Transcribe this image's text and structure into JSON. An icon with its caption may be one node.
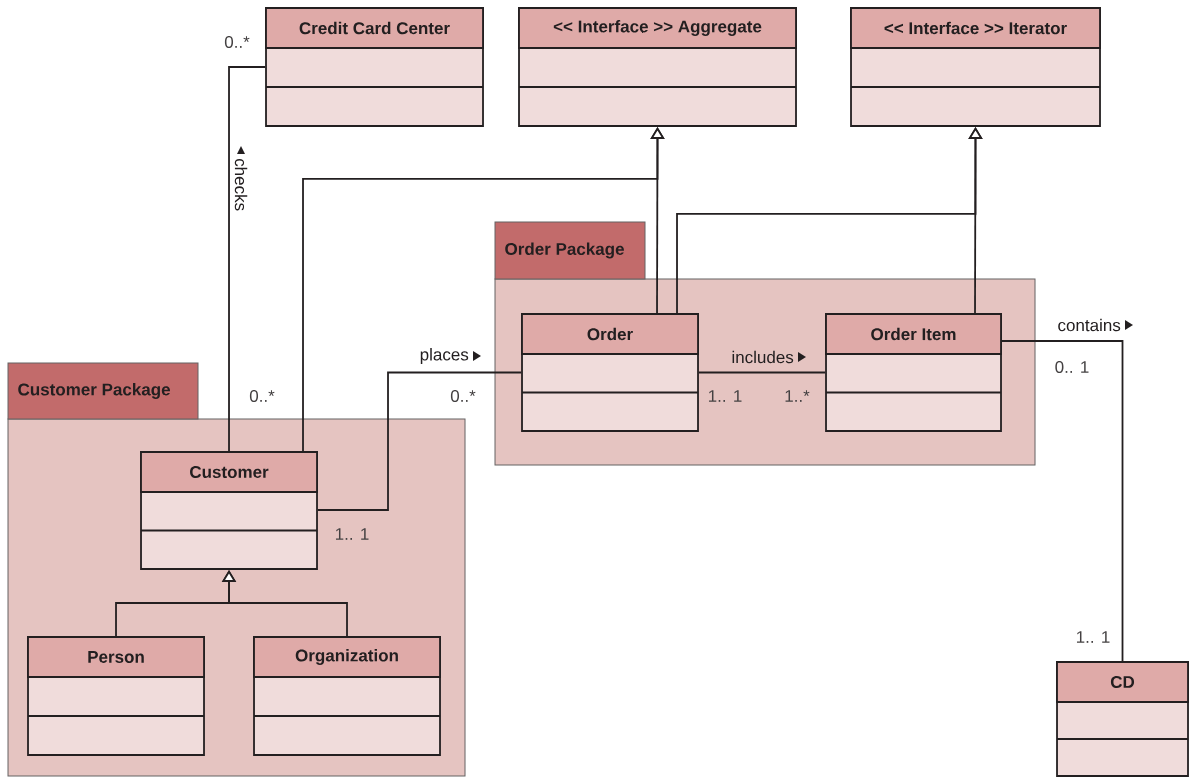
{
  "diagram": {
    "nodes": [
      {
        "text": [
          "Credit Card Center"
        ]
      },
      {
        "text": [
          "<< Interface >> Aggregate"
        ]
      },
      {
        "text": [
          "<< Interface >> Iterator"
        ]
      },
      {
        "text": [
          "Order Package"
        ]
      },
      {
        "text": [
          "Order"
        ],
        "in": 3
      },
      {
        "text": [
          "Order Item"
        ],
        "in": 3
      },
      {
        "text": [
          "Customer Package"
        ]
      },
      {
        "text": [
          "Customer"
        ],
        "in": 6
      },
      {
        "text": [
          "Person"
        ],
        "in": 6
      },
      {
        "text": [
          "Organization"
        ],
        "in": 6
      },
      {
        "text": [
          "CD"
        ]
      }
    ],
    "edges": [
      {
        "from": 7,
        "to": 0,
        "arrow": "none",
        "label": "checks"
      },
      {
        "from": 7,
        "to": 1,
        "arrow": "to"
      },
      {
        "from": 4,
        "to": 1,
        "arrow": "to"
      },
      {
        "from": 4,
        "to": 2,
        "arrow": "to"
      },
      {
        "from": 5,
        "to": 2,
        "arrow": "to"
      },
      {
        "from": 7,
        "to": 4,
        "arrow": "none",
        "label": "places"
      },
      {
        "from": 4,
        "to": 5,
        "arrow": "none",
        "label": "includes"
      },
      {
        "from": 5,
        "to": 10,
        "arrow": "none",
        "label": "contains"
      },
      {
        "from": 8,
        "to": 7,
        "arrow": "to"
      },
      {
        "from": 9,
        "to": 7,
        "arrow": "to"
      }
    ],
    "labels": [
      "0..*",
      "0..*",
      "0..*",
      "1.. 1",
      "1.. 1",
      "1..*",
      "0.. 1",
      "1.. 1"
    ]
  }
}
